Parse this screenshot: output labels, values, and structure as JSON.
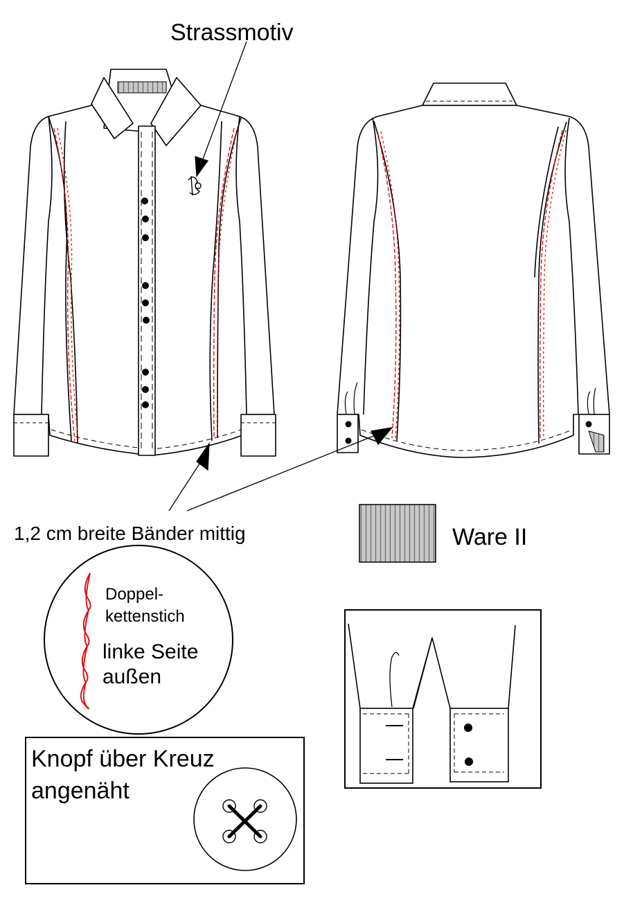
{
  "labels": {
    "strassmotiv": "Strassmotiv",
    "baender": "1,2 cm breite Bänder mittig",
    "ware": "Ware II",
    "stitch_line1": "Doppel-",
    "stitch_line2": "kettenstich",
    "stitch_line3": "linke Seite",
    "stitch_line4": "außen",
    "button_line1": "Knopf über Kreuz",
    "button_line2": "angenäht"
  },
  "colors": {
    "line": "#000000",
    "stitch": "#e01010",
    "fabric2_fill": "#c8c8c8",
    "fabric2_stripe": "#8a8a8a",
    "background": "#ffffff"
  },
  "icons": {
    "rhinestone_motif": "monogram-scribble-icon",
    "double_chain_stitch": "chain-stitch-loop-icon",
    "cross_stitched_button": "four-hole-button-icon"
  }
}
